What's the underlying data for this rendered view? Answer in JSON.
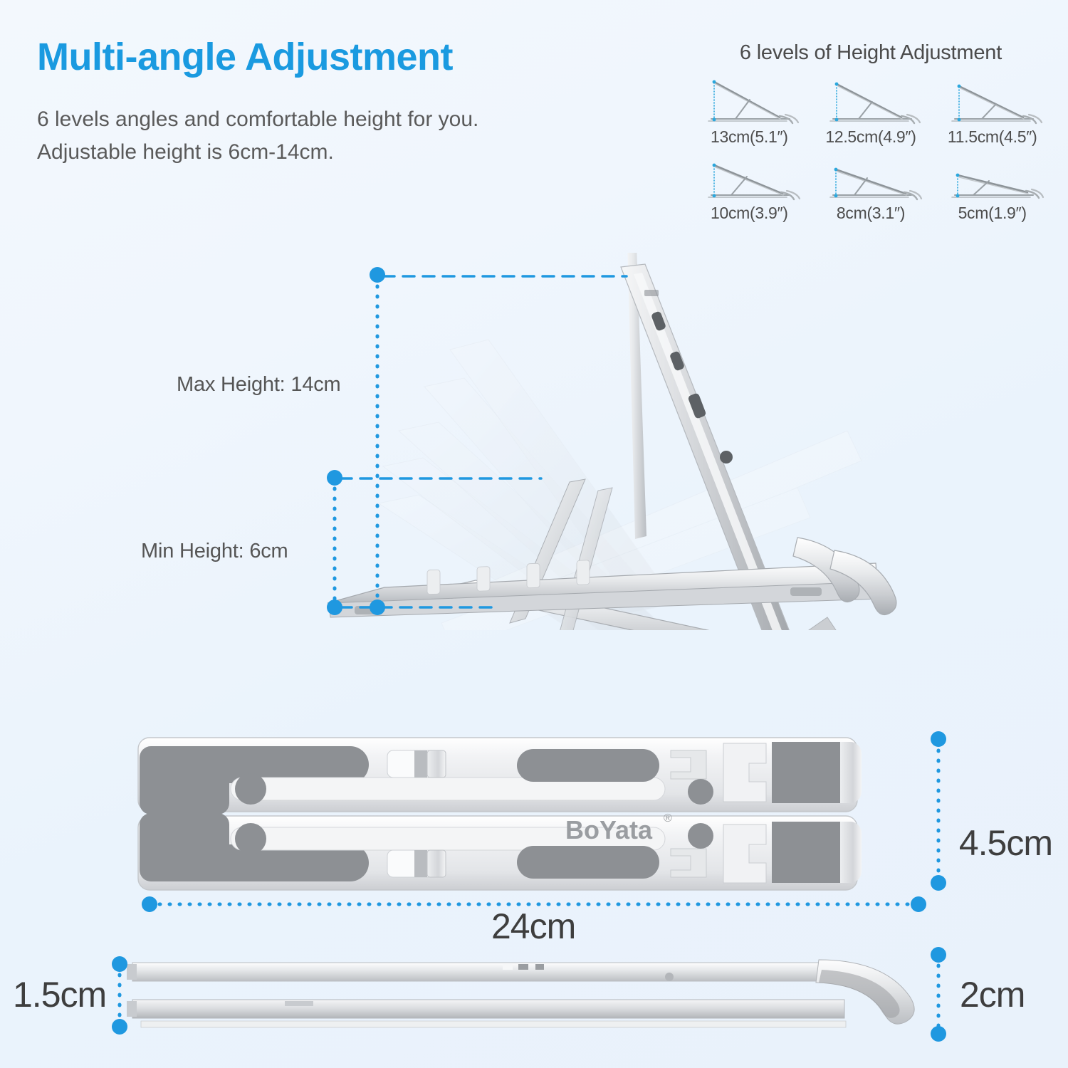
{
  "headline": {
    "title": "Multi-angle Adjustment",
    "subtitle_line1": "6 levels angles and comfortable height for you.",
    "subtitle_line2": "Adjustable height is 6cm-14cm."
  },
  "levels_panel": {
    "title": "6 levels of Height Adjustment",
    "levels": [
      {
        "label": "13cm(5.1″)",
        "cm": 13,
        "inch": 5.1
      },
      {
        "label": "12.5cm(4.9″)",
        "cm": 12.5,
        "inch": 4.9
      },
      {
        "label": "11.5cm(4.5″)",
        "cm": 11.5,
        "inch": 4.5
      },
      {
        "label": "10cm(3.9″)",
        "cm": 10,
        "inch": 3.9
      },
      {
        "label": "8cm(3.1″)",
        "cm": 8,
        "inch": 3.1
      },
      {
        "label": "5cm(1.9″)",
        "cm": 5,
        "inch": 1.9
      }
    ]
  },
  "hero": {
    "max_height_label": "Max Height: 14cm",
    "min_height_label": "Min Height: 6cm"
  },
  "dimensions": {
    "depth_label": "4.5cm",
    "width_label": "24cm",
    "thickness_label": "1.5cm",
    "foot_height_label": "2cm"
  },
  "brand": {
    "name": "BoYata",
    "trademark": "®"
  },
  "colors": {
    "accent_blue": "#1a9ae0",
    "dim_blue": "#1f98e0",
    "title_blue": "#1a9ae0",
    "body_gray": "#5a5a5a",
    "label_gray": "#3e3e3e",
    "background_top": "#f3f8fd",
    "background_bottom": "#e9f2fb",
    "metal_light": "#f2f3f5",
    "metal_mid": "#d7d9dc",
    "metal_dark": "#9a9da1",
    "pad_gray": "#8d9094"
  }
}
